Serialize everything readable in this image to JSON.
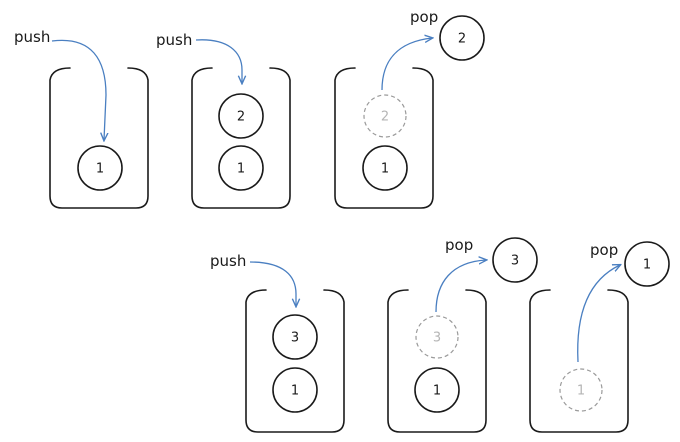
{
  "colors": {
    "ink": "#1a1a1a",
    "arrow": "#4a7fc1",
    "ghost": "#9a9a9a"
  },
  "panels": [
    {
      "op": "push",
      "stack": [
        {
          "label": "1",
          "ghost": false
        }
      ]
    },
    {
      "op": "push",
      "stack": [
        {
          "label": "1",
          "ghost": false
        },
        {
          "label": "2",
          "ghost": false
        }
      ]
    },
    {
      "op": "pop",
      "stack": [
        {
          "label": "1",
          "ghost": false
        },
        {
          "label": "2",
          "ghost": true
        }
      ],
      "popped": "2"
    },
    {
      "op": "push",
      "stack": [
        {
          "label": "1",
          "ghost": false
        },
        {
          "label": "3",
          "ghost": false
        }
      ]
    },
    {
      "op": "pop",
      "stack": [
        {
          "label": "1",
          "ghost": false
        },
        {
          "label": "3",
          "ghost": true
        }
      ],
      "popped": "3"
    },
    {
      "op": "pop",
      "stack": [
        {
          "label": "1",
          "ghost": true
        }
      ],
      "popped": "1"
    }
  ]
}
